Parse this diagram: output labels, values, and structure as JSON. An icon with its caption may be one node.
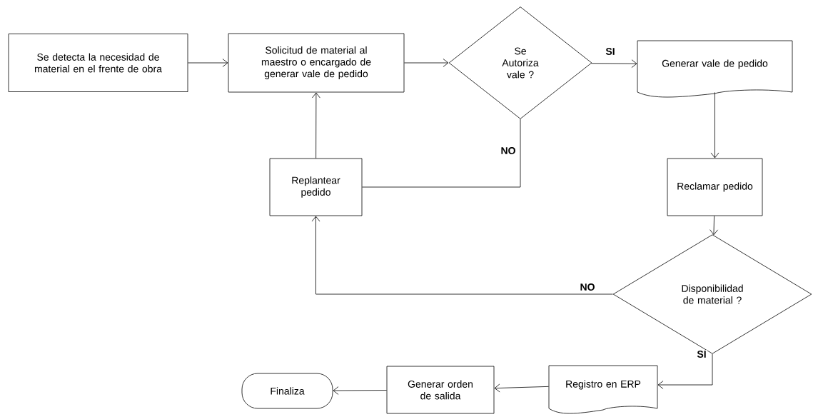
{
  "diagram": {
    "nodes": [
      {
        "text": [
          "Se detecta la necesidad de material en el frente de obra"
        ]
      },
      {
        "text": [
          "Solicitud de material al maestro o encargado de generar vale de pedido"
        ]
      },
      {
        "text": [
          "Se Autoriza vale ?"
        ]
      },
      {
        "text": [
          "Generar vale de pedido"
        ]
      },
      {
        "text": [
          "Replantear pedido"
        ]
      },
      {
        "text": [
          "Reclamar pedido"
        ]
      },
      {
        "text": [
          "Disponibilidad de material ?"
        ]
      },
      {
        "text": [
          "Registro en ERP"
        ]
      },
      {
        "text": [
          "Generar orden de salida"
        ]
      },
      {
        "text": [
          "Finaliza"
        ]
      }
    ],
    "edges": [
      {
        "from": 0,
        "to": 1,
        "arrow": "to"
      },
      {
        "from": 1,
        "to": 2,
        "arrow": "to"
      },
      {
        "from": 2,
        "to": 3,
        "arrow": "to",
        "label": "SI"
      },
      {
        "from": 2,
        "to": 4,
        "arrow": "none",
        "label": "NO"
      },
      {
        "from": 4,
        "to": 1,
        "arrow": "to"
      },
      {
        "from": 3,
        "to": 5,
        "arrow": "to"
      },
      {
        "from": 5,
        "to": 6,
        "arrow": "to"
      },
      {
        "from": 6,
        "to": 4,
        "arrow": "to",
        "label": "NO"
      },
      {
        "from": 6,
        "to": 7,
        "arrow": "to",
        "label": "SI"
      },
      {
        "from": 7,
        "to": 8,
        "arrow": "to"
      },
      {
        "from": 8,
        "to": 9,
        "arrow": "to"
      }
    ]
  }
}
